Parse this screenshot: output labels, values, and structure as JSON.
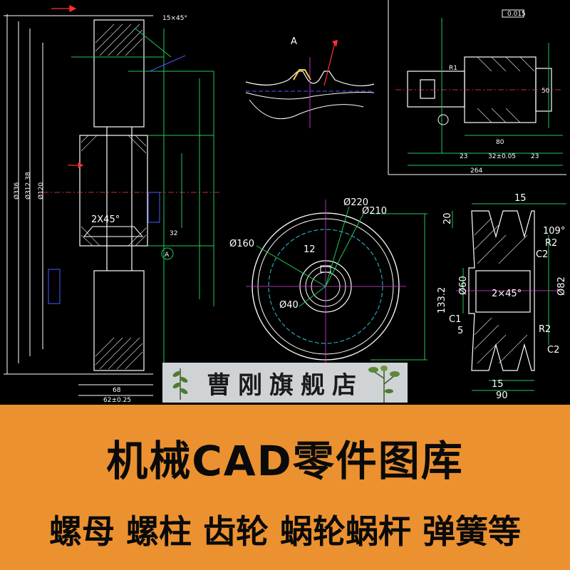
{
  "banner": {
    "title": "机械CAD零件图库",
    "subtitle": "螺母 螺柱 齿轮 蜗轮蜗杆  弹簧等",
    "background": "#ec9130"
  },
  "shop": {
    "name": "曹刚旗舰店"
  },
  "drawings": {
    "gear_section": {
      "dim_top": "15×45°",
      "dim_chamfer": "2X45°",
      "dim_bottom1": "68",
      "dim_bottom2": "62±0.25",
      "dim_a": "A",
      "dim_32": "32",
      "dim_left1": "Ø336",
      "dim_left2": "Ø312.38",
      "dim_left3": "Ø120"
    },
    "tooth_detail": {
      "label": "A"
    },
    "worm_shaft": {
      "dim_total": "264",
      "dim_80": "80",
      "dim_tol": "0.015",
      "dim_left": "R1",
      "dim_23a": "23",
      "dim_23b": "23",
      "dim_mid": "32±0.05",
      "dim_50": "50"
    },
    "pulley_front": {
      "d220": "Ø220",
      "d210": "Ø210",
      "d160": "Ø160",
      "d12": "12",
      "d40": "Ø40",
      "d133": "133.2"
    },
    "pulley_section": {
      "d15top": "15",
      "d20": "20",
      "d109": "109°",
      "r2a": "R2",
      "c2a": "C2",
      "d60": "Ø60",
      "chamfer": "2×45°",
      "d82": "Ø82",
      "c1": "C1",
      "d5": "5",
      "r2b": "R2",
      "c2b": "C2",
      "d15bot": "15",
      "d90": "90"
    }
  }
}
